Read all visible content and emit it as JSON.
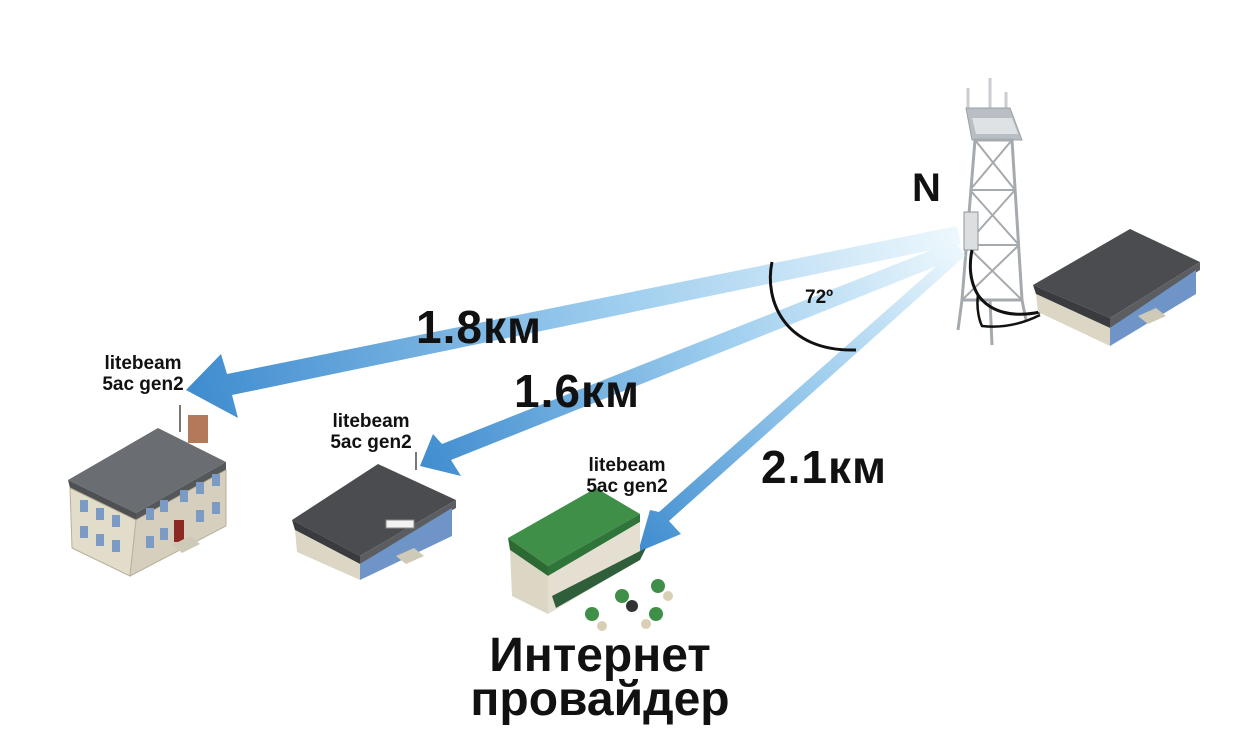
{
  "north_label": "N",
  "angle_label": "72º",
  "links": [
    {
      "distance": "1.8км",
      "device": [
        "litebeam",
        "5ac gen2"
      ]
    },
    {
      "distance": "1.6км",
      "device": [
        "litebeam",
        "5ac gen2"
      ]
    },
    {
      "distance": "2.1км",
      "device": [
        "litebeam",
        "5ac gen2"
      ]
    }
  ],
  "isp_label": [
    "Интернет",
    "провайдер"
  ],
  "colors": {
    "beam_near_tower": "#e6f4fc",
    "beam_far": "#3f8ccf",
    "roof_dark": "#4a4c4f",
    "roof_green": "#3f8f48",
    "wall": "#dcd6c4",
    "window_blue": "#6f95c8"
  }
}
